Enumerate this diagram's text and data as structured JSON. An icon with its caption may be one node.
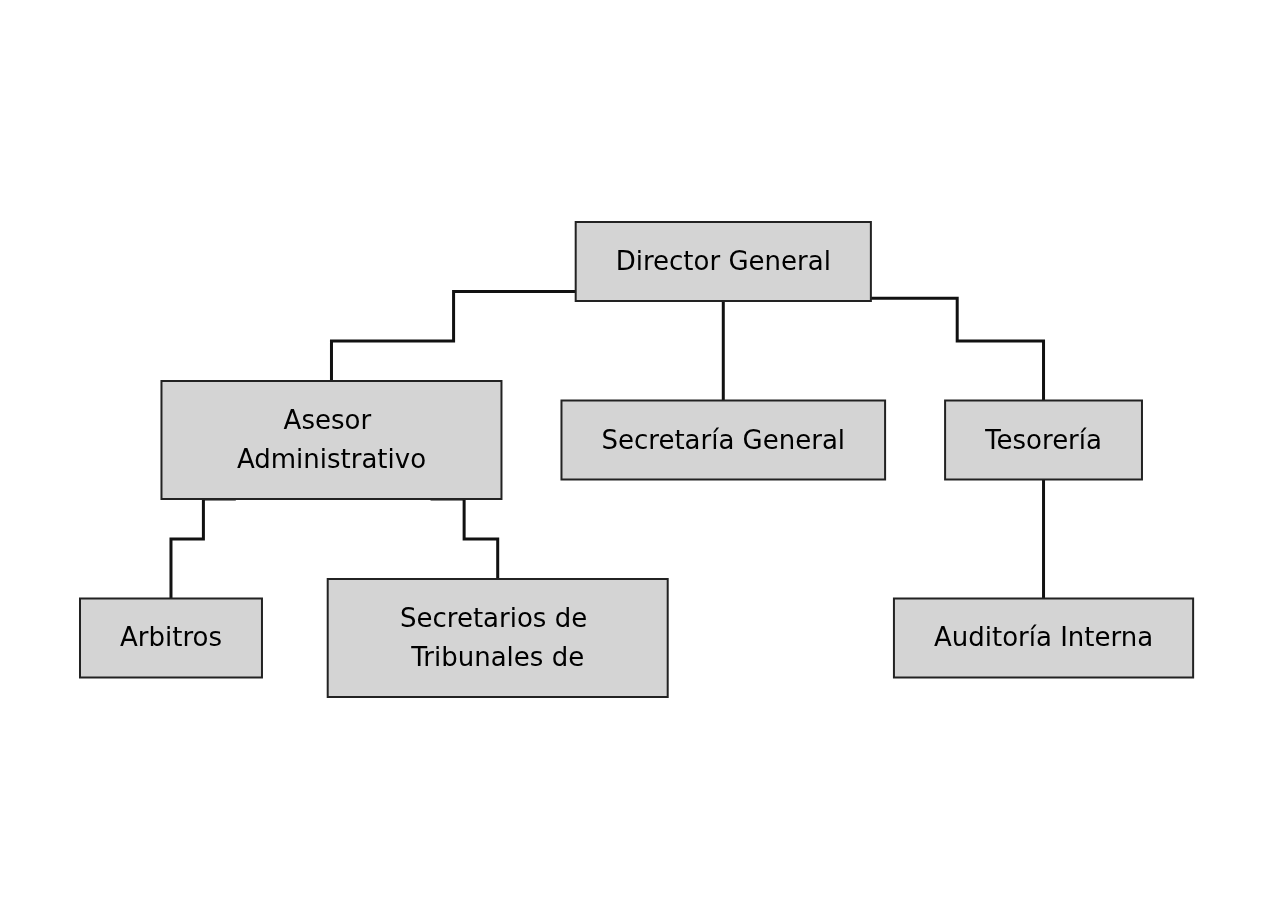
{
  "diagram": {
    "nodes": [
      {
        "text": [
          "Director General"
        ]
      },
      {
        "text": [
          "Asesor Administrativo"
        ]
      },
      {
        "text": [
          "Secretaría General"
        ]
      },
      {
        "text": [
          "Tesorería"
        ]
      },
      {
        "text": [
          "Arbitros"
        ]
      },
      {
        "text": [
          "Secretarios de Tribunales de"
        ]
      },
      {
        "text": [
          "Auditoría Interna"
        ]
      }
    ],
    "edges": [
      {
        "from": 0,
        "to": 1,
        "arrow": "none"
      },
      {
        "from": 0,
        "to": 2,
        "arrow": "none"
      },
      {
        "from": 0,
        "to": 3,
        "arrow": "none"
      },
      {
        "from": 1,
        "to": 4,
        "arrow": "none"
      },
      {
        "from": 1,
        "to": 5,
        "arrow": "none"
      },
      {
        "from": 3,
        "to": 6,
        "arrow": "none"
      }
    ]
  }
}
